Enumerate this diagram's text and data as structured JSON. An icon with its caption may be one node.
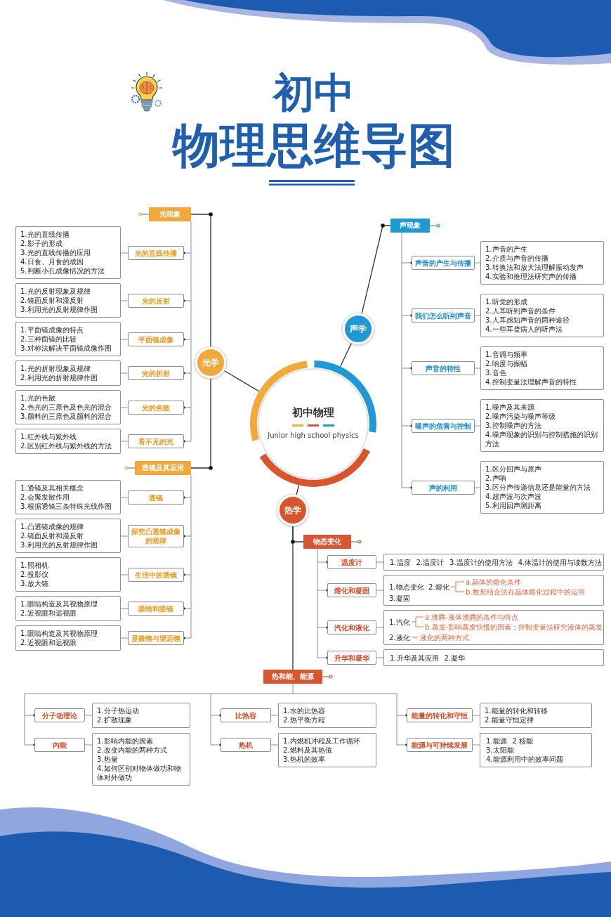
{
  "diagram": {
    "title": "初中物理思维导图",
    "nodes": [
      {
        "text": [
          "初中物理",
          "Junior high school physics"
        ]
      },
      {
        "text": [
          "光学"
        ]
      },
      {
        "text": [
          "声学"
        ]
      },
      {
        "text": [
          "热学"
        ]
      },
      {
        "text": [
          "光现象"
        ]
      },
      {
        "text": [
          "光的直线传播"
        ]
      },
      {
        "text": [
          "1.光的直线传播",
          "2.影子的形成",
          "3.光的直线传播的应用",
          "4.日食、月食的成因",
          "5.判断小孔成像情况的方法"
        ]
      },
      {
        "text": [
          "光的反射"
        ]
      },
      {
        "text": [
          "1.光的反射现象及规律",
          "2.镜面反射和漫反射",
          "3.利用光的反射规律作图"
        ]
      },
      {
        "text": [
          "平面镜成像"
        ]
      },
      {
        "text": [
          "1.平面镜成像的特点",
          "2.三种面镜的比较",
          "3.对称法解决平面镜成像作图"
        ]
      },
      {
        "text": [
          "光的折射"
        ]
      },
      {
        "text": [
          "1.光的折射现象及规律",
          "2.利用光的折射规律作图"
        ]
      },
      {
        "text": [
          "光的色散"
        ]
      },
      {
        "text": [
          "1.光的色散",
          "2.色光的三原色及色光的混合",
          "3.颜料的三原色及颜料的混合"
        ]
      },
      {
        "text": [
          "看不见的光"
        ]
      },
      {
        "text": [
          "1.红外线与紫外线",
          "2.区别红外线与紫外线的方法"
        ]
      },
      {
        "text": [
          "透镜及其应用"
        ]
      },
      {
        "text": [
          "透镜"
        ]
      },
      {
        "text": [
          "1.透镜及其相关概念",
          "2.会聚发散作用",
          "3.根据透镜三条特殊光线作图"
        ]
      },
      {
        "text": [
          "探究凸透镜成像的规律"
        ]
      },
      {
        "text": [
          "1.凸透镜成像的规律",
          "2.镜面反射和漫反射",
          "3.利用光的反射规律作图"
        ]
      },
      {
        "text": [
          "生活中的透镜"
        ]
      },
      {
        "text": [
          "1.照相机",
          "2.投影仪",
          "3.放大镜"
        ]
      },
      {
        "text": [
          "眼睛和眼镜"
        ]
      },
      {
        "text": [
          "1.眼睛构造及其视物原理",
          "2.近视眼和远视眼"
        ]
      },
      {
        "text": [
          "显微镜与望远镜"
        ]
      },
      {
        "text": [
          "1.眼睛构造及其视物原理",
          "2.近视眼和远视眼"
        ]
      },
      {
        "text": [
          "声现象"
        ]
      },
      {
        "text": [
          "声音的产生与传播"
        ]
      },
      {
        "text": [
          "1.声音的产生",
          "2.介质与声音的传播",
          "3.转换法和放大法理解振动发声",
          "4.实验和推理法研究声的传播"
        ]
      },
      {
        "text": [
          "我们怎么听到声音"
        ]
      },
      {
        "text": [
          "1.听觉的形成",
          "2.人耳听到声音的条件",
          "3.人耳感知声音的两种途径",
          "4.一些耳聋病人的听声法"
        ]
      },
      {
        "text": [
          "声音的特性"
        ]
      },
      {
        "text": [
          "1.音调与频率",
          "2.响度与振幅",
          "3.音色",
          "4.控制变量法理解声音的特性"
        ]
      },
      {
        "text": [
          "噪声的危害与控制"
        ]
      },
      {
        "text": [
          "1.噪声及其来源",
          "2.噪声污染与噪声等级",
          "3.控制噪声的方法",
          "4.噪声现象的识别与控制措施的识别方法"
        ]
      },
      {
        "text": [
          "声的利用"
        ]
      },
      {
        "text": [
          "1.区分回声与原声",
          "2.声呐",
          "3.区分声传递信息还是能量的方法",
          "4.超声波与次声波",
          "5.利用回声测距离"
        ]
      },
      {
        "text": [
          "物态变化"
        ]
      },
      {
        "text": [
          "温度计"
        ]
      },
      {
        "text": [
          "1.温度",
          "2.温度计",
          "3.温度计的使用方法",
          "4.体温计的使用与读数方法"
        ]
      },
      {
        "text": [
          "熔化和凝固"
        ]
      },
      {
        "text": [
          "1.物态变化",
          "2.熔化",
          "a.晶体的熔化条件",
          "b.数形结合法在晶体熔化过程中的运用",
          "3.凝固"
        ]
      },
      {
        "text": [
          "汽化和液化"
        ]
      },
      {
        "text": [
          "1.汽化",
          "a.沸腾-液体沸腾的条件与特点",
          "b.蒸发-影响蒸发快慢的因素；控制变量法研究液体的蒸发",
          "2.液化",
          "液化的两种方式"
        ]
      },
      {
        "text": [
          "升华和凝华"
        ]
      },
      {
        "text": [
          "1.升华及其应用",
          "2.凝华"
        ]
      },
      {
        "text": [
          "热和能、能源"
        ]
      },
      {
        "text": [
          "分子动理论"
        ]
      },
      {
        "text": [
          "1.分子热运动",
          "2.扩散现象"
        ]
      },
      {
        "text": [
          "内能"
        ]
      },
      {
        "text": [
          "1.影响内能的因素",
          "2.改变内能的两种方式",
          "3.热量",
          "4.如何区别对物体做功和物体对外做功"
        ]
      },
      {
        "text": [
          "比热容"
        ]
      },
      {
        "text": [
          "1.水的比热容",
          "2.热平衡方程"
        ]
      },
      {
        "text": [
          "热机"
        ]
      },
      {
        "text": [
          "1.内燃机冲程及工作循环",
          "2.燃料及其热值",
          "3.热机的效率"
        ]
      },
      {
        "text": [
          "能量的转化和守恒"
        ]
      },
      {
        "text": [
          "1.能量的转化和转移",
          "2.能量守恒定律"
        ]
      },
      {
        "text": [
          "能源与可持续发展"
        ]
      },
      {
        "text": [
          "1.能源",
          "2.核能",
          "3.太阳能",
          "4.能源利用中的效率问题"
        ]
      }
    ],
    "edges": [
      {
        "from": 0,
        "to": 1,
        "arrow": "none",
        "color": "#333333"
      },
      {
        "from": 0,
        "to": 2,
        "arrow": "none",
        "color": "#333333"
      },
      {
        "from": 0,
        "to": 3,
        "arrow": "none",
        "color": "#333333"
      },
      {
        "from": 1,
        "to": 4,
        "arrow": "none",
        "color": "#333333"
      },
      {
        "from": 1,
        "to": 17,
        "arrow": "none",
        "color": "#333333"
      },
      {
        "from": 4,
        "to": 5,
        "arrow": "other"
      },
      {
        "from": 5,
        "to": 6,
        "arrow": "none"
      },
      {
        "from": 4,
        "to": 7,
        "arrow": "other"
      },
      {
        "from": 7,
        "to": 8,
        "arrow": "none"
      },
      {
        "from": 4,
        "to": 9,
        "arrow": "other"
      },
      {
        "from": 9,
        "to": 10,
        "arrow": "none"
      },
      {
        "from": 4,
        "to": 11,
        "arrow": "other"
      },
      {
        "from": 11,
        "to": 12,
        "arrow": "none"
      },
      {
        "from": 4,
        "to": 13,
        "arrow": "other"
      },
      {
        "from": 13,
        "to": 14,
        "arrow": "none"
      },
      {
        "from": 4,
        "to": 15,
        "arrow": "other"
      },
      {
        "from": 15,
        "to": 16,
        "arrow": "none"
      },
      {
        "from": 17,
        "to": 18,
        "arrow": "other"
      },
      {
        "from": 18,
        "to": 19,
        "arrow": "none"
      },
      {
        "from": 17,
        "to": 20,
        "arrow": "other"
      },
      {
        "from": 20,
        "to": 21,
        "arrow": "none"
      },
      {
        "from": 17,
        "to": 22,
        "arrow": "other"
      },
      {
        "from": 22,
        "to": 23,
        "arrow": "none"
      },
      {
        "from": 17,
        "to": 24,
        "arrow": "other"
      },
      {
        "from": 24,
        "to": 25,
        "arrow": "none"
      },
      {
        "from": 17,
        "to": 26,
        "arrow": "other"
      },
      {
        "from": 26,
        "to": 27,
        "arrow": "none"
      },
      {
        "from": 2,
        "to": 28,
        "arrow": "none",
        "color": "#333333"
      },
      {
        "from": 28,
        "to": 29,
        "arrow": "other"
      },
      {
        "from": 29,
        "to": 30,
        "arrow": "none"
      },
      {
        "from": 28,
        "to": 31,
        "arrow": "other"
      },
      {
        "from": 31,
        "to": 32,
        "arrow": "none"
      },
      {
        "from": 28,
        "to": 33,
        "arrow": "other"
      },
      {
        "from": 33,
        "to": 34,
        "arrow": "none"
      },
      {
        "from": 28,
        "to": 35,
        "arrow": "other"
      },
      {
        "from": 35,
        "to": 36,
        "arrow": "none"
      },
      {
        "from": 28,
        "to": 37,
        "arrow": "other"
      },
      {
        "from": 37,
        "to": 38,
        "arrow": "none"
      },
      {
        "from": 3,
        "to": 39,
        "arrow": "none",
        "color": "#333333"
      },
      {
        "from": 3,
        "to": 48,
        "arrow": "none",
        "color": "#333333"
      },
      {
        "from": 39,
        "to": 40,
        "arrow": "other"
      },
      {
        "from": 40,
        "to": 41,
        "arrow": "none"
      },
      {
        "from": 39,
        "to": 42,
        "arrow": "other"
      },
      {
        "from": 42,
        "to": 43,
        "arrow": "none"
      },
      {
        "from": 39,
        "to": 44,
        "arrow": "other"
      },
      {
        "from": 44,
        "to": 45,
        "arrow": "none"
      },
      {
        "from": 39,
        "to": 46,
        "arrow": "other"
      },
      {
        "from": 46,
        "to": 47,
        "arrow": "none"
      },
      {
        "from": 48,
        "to": 49,
        "arrow": "other"
      },
      {
        "from": 49,
        "to": 50,
        "arrow": "none"
      },
      {
        "from": 48,
        "to": 51,
        "arrow": "other"
      },
      {
        "from": 51,
        "to": 52,
        "arrow": "none"
      },
      {
        "from": 48,
        "to": 53,
        "arrow": "other"
      },
      {
        "from": 53,
        "to": 54,
        "arrow": "none"
      },
      {
        "from": 48,
        "to": 55,
        "arrow": "other"
      },
      {
        "from": 55,
        "to": 56,
        "arrow": "none"
      },
      {
        "from": 48,
        "to": 57,
        "arrow": "other"
      },
      {
        "from": 57,
        "to": 58,
        "arrow": "none"
      },
      {
        "from": 48,
        "to": 59,
        "arrow": "other"
      },
      {
        "from": 59,
        "to": 60,
        "arrow": "none"
      }
    ]
  }
}
